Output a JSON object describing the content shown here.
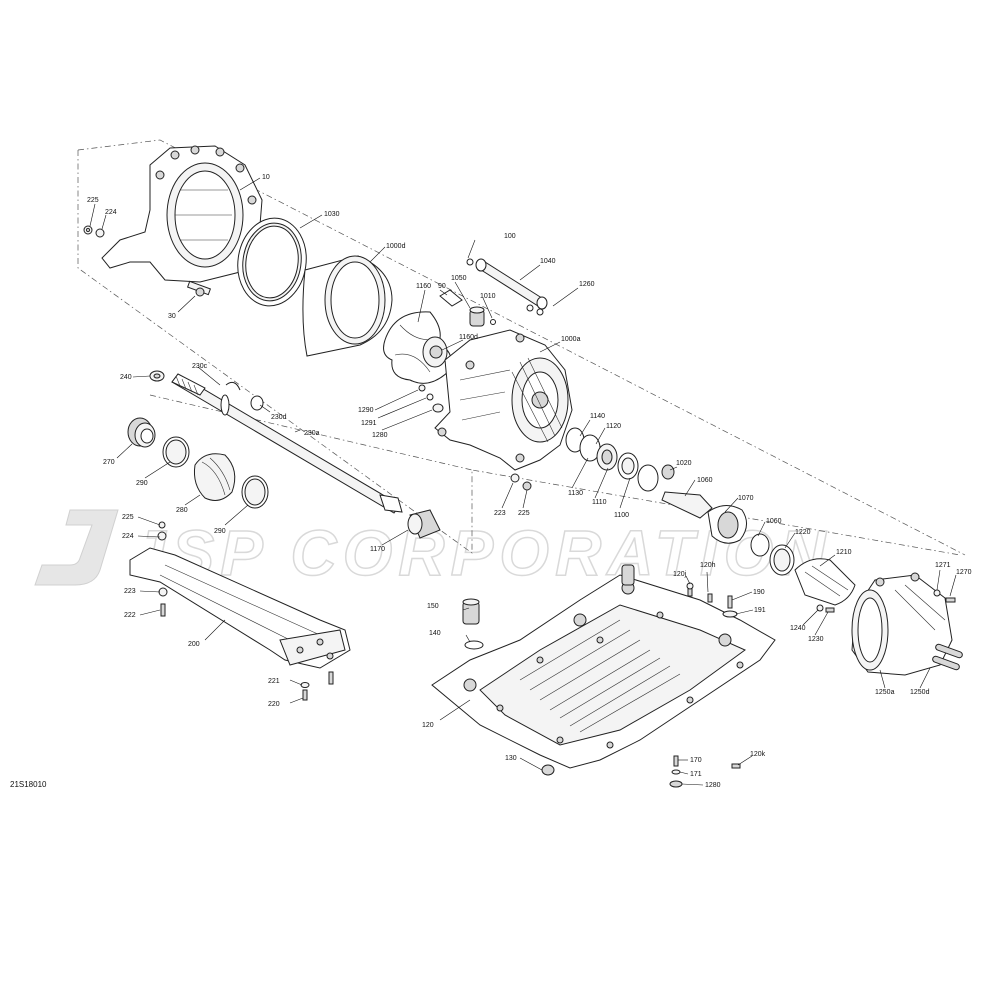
{
  "drawing_number": "21S18010",
  "watermark": "JSP CORPORATION",
  "callouts": {
    "c10": "10",
    "c30": "30",
    "c90": "90",
    "c100": "100",
    "c120": "120",
    "c120h": "120h",
    "c120j": "120j",
    "c120k": "120k",
    "c130": "130",
    "c140": "140",
    "c150": "150",
    "c170": "170",
    "c171": "171",
    "c190": "190",
    "c191": "191",
    "c200": "200",
    "c220": "220",
    "c221": "221",
    "c222": "222",
    "c223a": "223",
    "c223b": "223",
    "c224a": "224",
    "c224b": "224",
    "c225a": "225",
    "c225b": "225",
    "c225c": "225",
    "c230a": "230a",
    "c230c": "230c",
    "c230d": "230d",
    "c240": "240",
    "c270": "270",
    "c280": "280",
    "c290a": "290",
    "c290b": "290",
    "c1000a": "1000a",
    "c1000d": "1000d",
    "c1010": "1010",
    "c1020": "1020",
    "c1030": "1030",
    "c1040": "1040",
    "c1050": "1050",
    "c1060a": "1060",
    "c1060b": "1060",
    "c1070": "1070",
    "c1100": "1100",
    "c1110": "1110",
    "c1120": "1120",
    "c1130": "1130",
    "c1140": "1140",
    "c1160": "1160",
    "c1160d": "1160d",
    "c1170": "1170",
    "c1210": "1210",
    "c1220": "1220",
    "c1230": "1230",
    "c1240": "1240",
    "c1250a": "1250a",
    "c1250d": "1250d",
    "c1260": "1260",
    "c1270": "1270",
    "c1271": "1271",
    "c1280a": "1280",
    "c1280b": "1280",
    "c1290": "1290",
    "c1291": "1291"
  }
}
